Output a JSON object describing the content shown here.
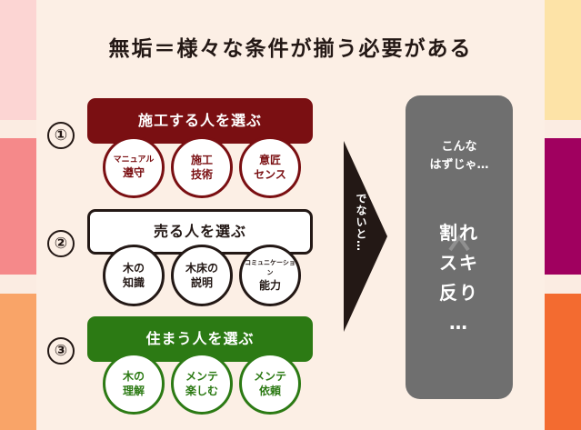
{
  "title": "無垢＝様々な条件が揃う必要がある",
  "colors": {
    "dark_red": "#7a0f12",
    "green": "#2c7a14",
    "black": "#231815",
    "gray": "#6f6f6f",
    "background": "#fcefe5",
    "edge_left": [
      "#fcd5d3",
      "#f5898a",
      "#f9a468"
    ],
    "edge_right": [
      "#fde3a7",
      "#a0005f",
      "#f36b30"
    ]
  },
  "rows": [
    {
      "number": "①",
      "label": "施工する人を選ぶ",
      "circles": [
        {
          "line1": "マニュアル",
          "line2": "遵守"
        },
        {
          "line1": "施工",
          "line2": "技術"
        },
        {
          "line1": "意匠",
          "line2": "センス"
        }
      ]
    },
    {
      "number": "②",
      "label": "売る人を選ぶ",
      "circles": [
        {
          "line1": "木の",
          "line2": "知識"
        },
        {
          "line1": "木床の",
          "line2": "説明"
        },
        {
          "line1": "コミュニケーション",
          "line2": "能力"
        }
      ]
    },
    {
      "number": "③",
      "label": "住まう人を選ぶ",
      "circles": [
        {
          "line1": "木の",
          "line2": "理解"
        },
        {
          "line1": "メンテ",
          "line2": "楽しむ"
        },
        {
          "line1": "メンテ",
          "line2": "依頼"
        }
      ]
    }
  ],
  "arrow_label": "でないと…",
  "result": {
    "sub_line1": "こんな",
    "sub_line2": "はずじゃ…",
    "main_line1": "割れ",
    "main_line2": "スキ",
    "main_line3": "反り",
    "main_line4": "…"
  }
}
